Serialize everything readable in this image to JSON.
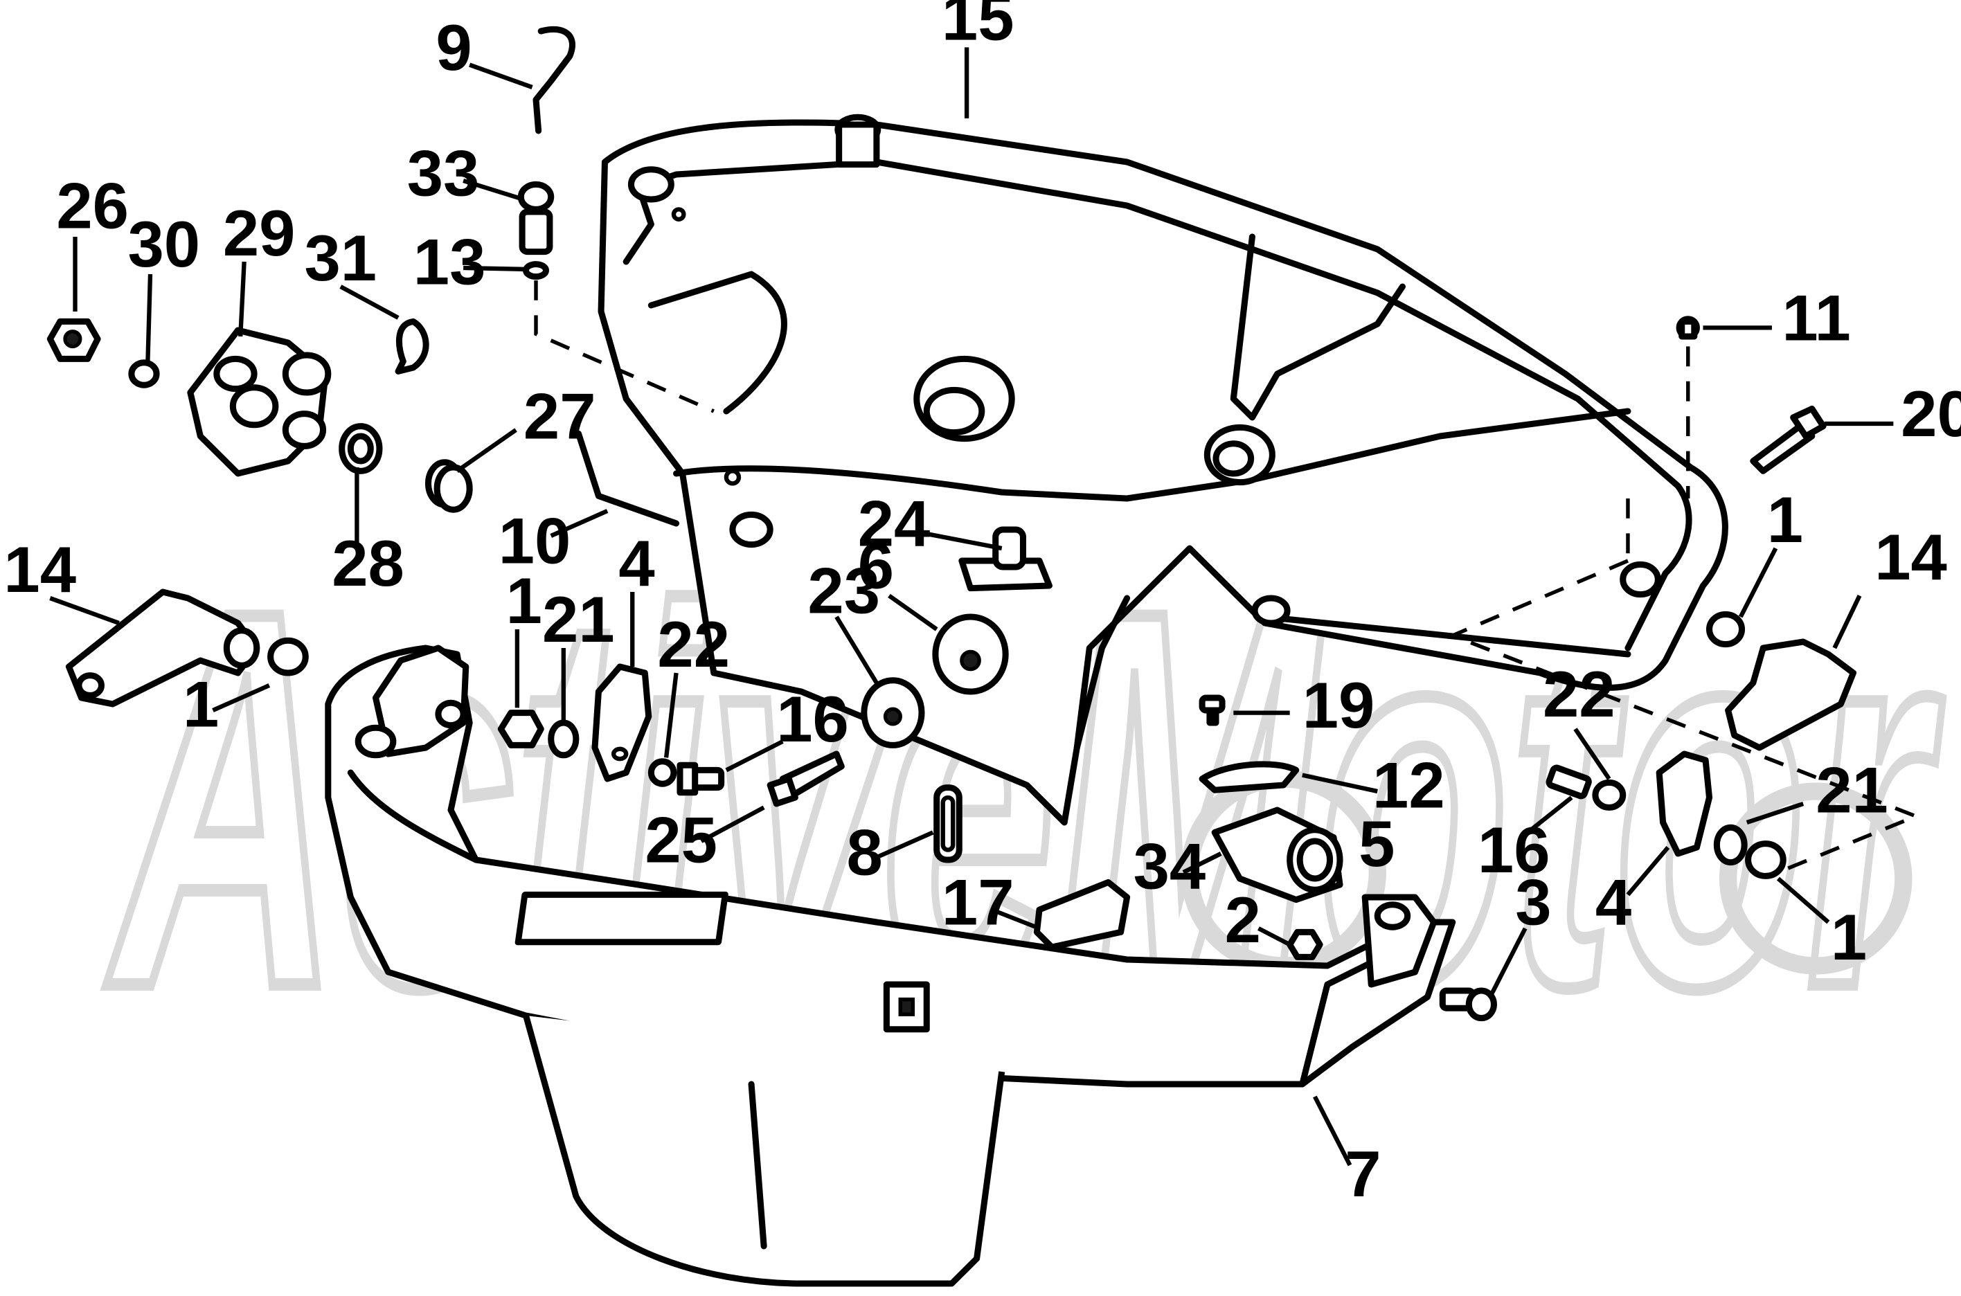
{
  "watermark": "ActiveMotor",
  "callouts": [
    {
      "id": "c15",
      "text": "15"
    },
    {
      "id": "c9",
      "text": "9"
    },
    {
      "id": "c33",
      "text": "33"
    },
    {
      "id": "c13",
      "text": "13"
    },
    {
      "id": "c26",
      "text": "26"
    },
    {
      "id": "c30",
      "text": "30"
    },
    {
      "id": "c29",
      "text": "29"
    },
    {
      "id": "c31",
      "text": "31"
    },
    {
      "id": "c11",
      "text": "11"
    },
    {
      "id": "c20",
      "text": "20"
    },
    {
      "id": "c27",
      "text": "27"
    },
    {
      "id": "c28",
      "text": "28"
    },
    {
      "id": "c10",
      "text": "10"
    },
    {
      "id": "c14a",
      "text": "14"
    },
    {
      "id": "c14b",
      "text": "14"
    },
    {
      "id": "c1a",
      "text": "1"
    },
    {
      "id": "c1b",
      "text": "1"
    },
    {
      "id": "c1c",
      "text": "1"
    },
    {
      "id": "c1d",
      "text": "1"
    },
    {
      "id": "c21a",
      "text": "21"
    },
    {
      "id": "c21b",
      "text": "21"
    },
    {
      "id": "c4a",
      "text": "4"
    },
    {
      "id": "c4b",
      "text": "4"
    },
    {
      "id": "c22a",
      "text": "22"
    },
    {
      "id": "c22b",
      "text": "22"
    },
    {
      "id": "c24",
      "text": "24"
    },
    {
      "id": "c6",
      "text": "6"
    },
    {
      "id": "c23",
      "text": "23"
    },
    {
      "id": "c16a",
      "text": "16"
    },
    {
      "id": "c16b",
      "text": "16"
    },
    {
      "id": "c19",
      "text": "19"
    },
    {
      "id": "c12",
      "text": "12"
    },
    {
      "id": "c25",
      "text": "25"
    },
    {
      "id": "c8",
      "text": "8"
    },
    {
      "id": "c5",
      "text": "5"
    },
    {
      "id": "c34",
      "text": "34"
    },
    {
      "id": "c17",
      "text": "17"
    },
    {
      "id": "c2",
      "text": "2"
    },
    {
      "id": "c3",
      "text": "3"
    },
    {
      "id": "c7",
      "text": "7"
    }
  ]
}
